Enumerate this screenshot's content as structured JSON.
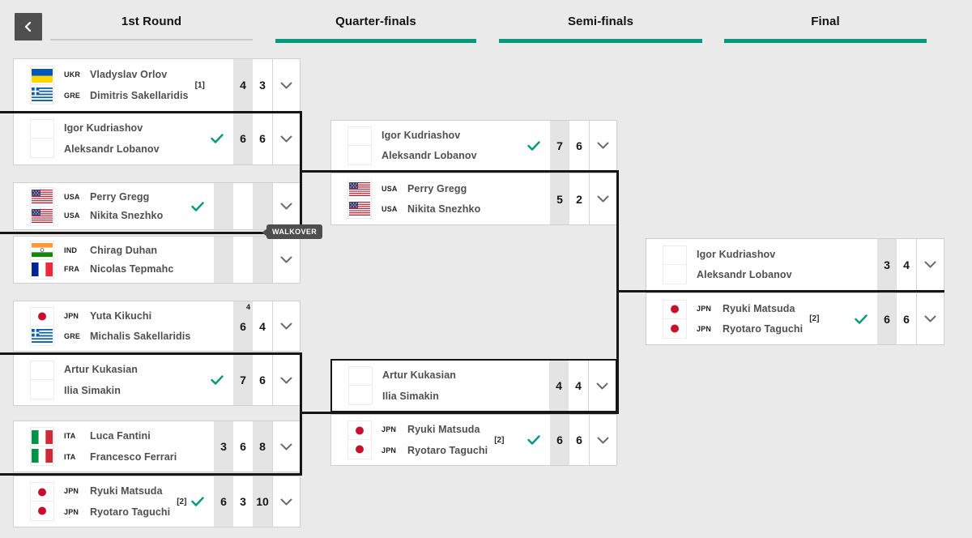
{
  "header": {
    "back_icon": "chevron-left",
    "rounds": [
      {
        "label": "1st Round",
        "active": false
      },
      {
        "label": "Quarter-finals",
        "active": true
      },
      {
        "label": "Semi-finals",
        "active": true
      },
      {
        "label": "Final",
        "active": true
      }
    ]
  },
  "walkover_badge": "WALKOVER",
  "colors": {
    "accent_teal": "#00997B",
    "bracket_line": "#161616",
    "inactive_underline": "#c9c9c9",
    "badge_bg": "#4e4e4e",
    "back_button_bg": "#4f4f4f"
  },
  "bracket": {
    "cards": [
      {
        "round": "1st Round",
        "players": [
          {
            "country": "UKR",
            "name": "Vladyslav Orlov"
          },
          {
            "country": "GRE",
            "name": "Dimitris Sakellaridis"
          }
        ],
        "seed": "[1]",
        "winner": false,
        "scores": [
          {
            "value": "4"
          },
          {
            "value": "3"
          }
        ]
      },
      {
        "round": "1st Round",
        "players": [
          {
            "country": null,
            "name": "Igor Kudriashov"
          },
          {
            "country": null,
            "name": "Aleksandr Lobanov"
          }
        ],
        "seed": null,
        "winner": true,
        "scores": [
          {
            "value": "6"
          },
          {
            "value": "6"
          }
        ]
      },
      {
        "round": "1st Round",
        "players": [
          {
            "country": "USA",
            "name": "Perry Gregg"
          },
          {
            "country": "USA",
            "name": "Nikita Snezhko"
          }
        ],
        "seed": null,
        "winner": true,
        "scores": [
          {
            "value": ""
          },
          {
            "value": ""
          },
          {
            "value": ""
          }
        ]
      },
      {
        "round": "1st Round",
        "players": [
          {
            "country": "IND",
            "name": "Chirag Duhan"
          },
          {
            "country": "FRA",
            "name": "Nicolas Tepmahc"
          }
        ],
        "seed": null,
        "winner": false,
        "scores": [
          {
            "value": ""
          },
          {
            "value": ""
          },
          {
            "value": ""
          }
        ]
      },
      {
        "round": "1st Round",
        "players": [
          {
            "country": "JPN",
            "name": "Yuta Kikuchi"
          },
          {
            "country": "GRE",
            "name": "Michalis Sakellaridis"
          }
        ],
        "seed": null,
        "winner": false,
        "scores": [
          {
            "value": "6",
            "sup": "4"
          },
          {
            "value": "4"
          }
        ]
      },
      {
        "round": "1st Round",
        "players": [
          {
            "country": null,
            "name": "Artur Kukasian"
          },
          {
            "country": null,
            "name": "Ilia Simakin"
          }
        ],
        "seed": null,
        "winner": true,
        "scores": [
          {
            "value": "7"
          },
          {
            "value": "6"
          }
        ]
      },
      {
        "round": "1st Round",
        "players": [
          {
            "country": "ITA",
            "name": "Luca Fantini"
          },
          {
            "country": "ITA",
            "name": "Francesco Ferrari"
          }
        ],
        "seed": null,
        "winner": false,
        "scores": [
          {
            "value": "3"
          },
          {
            "value": "6"
          },
          {
            "value": "8"
          }
        ]
      },
      {
        "round": "1st Round",
        "players": [
          {
            "country": "JPN",
            "name": "Ryuki Matsuda"
          },
          {
            "country": "JPN",
            "name": "Ryotaro Taguchi"
          }
        ],
        "seed": "[2]",
        "winner": true,
        "scores": [
          {
            "value": "6"
          },
          {
            "value": "3"
          },
          {
            "value": "10"
          }
        ]
      },
      {
        "round": "Quarter-finals",
        "players": [
          {
            "country": null,
            "name": "Igor Kudriashov"
          },
          {
            "country": null,
            "name": "Aleksandr Lobanov"
          }
        ],
        "seed": null,
        "winner": true,
        "scores": [
          {
            "value": "7"
          },
          {
            "value": "6"
          }
        ]
      },
      {
        "round": "Quarter-finals",
        "players": [
          {
            "country": "USA",
            "name": "Perry Gregg"
          },
          {
            "country": "USA",
            "name": "Nikita Snezhko"
          }
        ],
        "seed": null,
        "winner": false,
        "scores": [
          {
            "value": "5"
          },
          {
            "value": "2"
          }
        ]
      },
      {
        "round": "Quarter-finals",
        "players": [
          {
            "country": null,
            "name": "Artur Kukasian"
          },
          {
            "country": null,
            "name": "Ilia Simakin"
          }
        ],
        "seed": null,
        "winner": false,
        "highlighted": true,
        "scores": [
          {
            "value": "4"
          },
          {
            "value": "4"
          }
        ]
      },
      {
        "round": "Quarter-finals",
        "players": [
          {
            "country": "JPN",
            "name": "Ryuki Matsuda"
          },
          {
            "country": "JPN",
            "name": "Ryotaro Taguchi"
          }
        ],
        "seed": "[2]",
        "winner": true,
        "scores": [
          {
            "value": "6"
          },
          {
            "value": "6"
          }
        ]
      },
      {
        "round": "Final",
        "players": [
          {
            "country": null,
            "name": "Igor Kudriashov"
          },
          {
            "country": null,
            "name": "Aleksandr Lobanov"
          }
        ],
        "seed": null,
        "winner": false,
        "scores": [
          {
            "value": "3"
          },
          {
            "value": "4"
          }
        ]
      },
      {
        "round": "Final",
        "players": [
          {
            "country": "JPN",
            "name": "Ryuki Matsuda"
          },
          {
            "country": "JPN",
            "name": "Ryotaro Taguchi"
          }
        ],
        "seed": "[2]",
        "winner": true,
        "scores": [
          {
            "value": "6"
          },
          {
            "value": "6"
          }
        ]
      }
    ]
  }
}
